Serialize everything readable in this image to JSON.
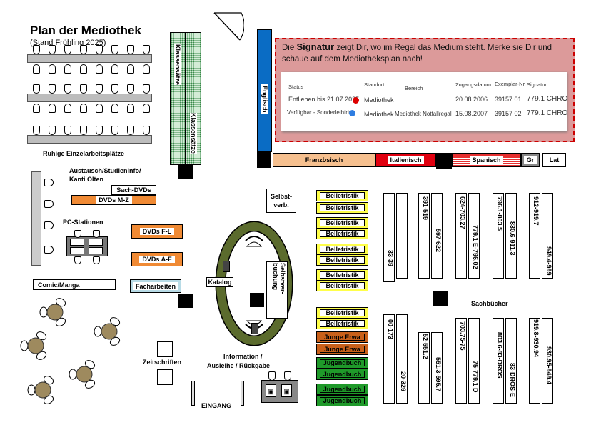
{
  "title": "Plan der Mediothek",
  "subtitle": "(Stand Frühling 2025)",
  "areas": {
    "quiet": "Ruhige Einzelarbeitsplätze",
    "exchange_1": "Austausch/Studieninfo/",
    "exchange_2": "Kanti Olten",
    "pc": "PC-Stationen",
    "zeitschriften": "Zeitschriften",
    "eingang": "EINGANG",
    "info_1": "Information /",
    "info_2": "Ausleihe / Rückgabe",
    "sachbuecher": "Sachbücher",
    "selbstverb": "Selbst-\nverb.",
    "selbstverbuchung": "Selbstver-\nbuchung",
    "katalog": "Katalog"
  },
  "media": {
    "sach_dvds": "Sach-DVDs",
    "dvds_mz": "DVDs M-Z",
    "dvds_fl": "DVDs F-L",
    "dvds_af": "DVDs A-F",
    "comic": "Comic/Manga",
    "facharbeiten": "Facharbeiten",
    "klassensaetze_1": "Klassensätze",
    "klassensaetze_2": "Klassensätze"
  },
  "languages": {
    "englisch": "Englisch",
    "franzoesisch": "Französisch",
    "italienisch": "Italienisch",
    "spanisch": "Spanisch",
    "griechisch": "Gr",
    "latein": "Lat"
  },
  "fiction": {
    "belletristik": [
      "Belletristik",
      "Belletristik",
      "Belletristik",
      "Belletristik",
      "Belletristik",
      "Belletristik",
      "Belletristik",
      "Belletristik",
      "Belletristik",
      "Belletristik"
    ],
    "junge": [
      "Junge Erwa",
      "Junge Erwa"
    ],
    "jugend": [
      "Jugendbuch",
      "Jugendbuch",
      "Jugendbuch",
      "Jugendbuch"
    ]
  },
  "signatures_top": [
    "33-39",
    "391-519",
    "597-622",
    "624-703.27",
    "779.1 E-796.02",
    "796.1-803.5",
    "830.6-911.3",
    "912-919.7",
    "949.4-999"
  ],
  "signatures_bottom": [
    "00-173",
    "20-329",
    "52-551.2",
    "551.3-595.7",
    "703.75-75",
    "75-779.1 D",
    "803.6-83-DROS",
    "83-DROS-E",
    "919.8-930.94",
    "930.95-949.4"
  ],
  "info_box": {
    "text_pre": "Die ",
    "text_bold": "Signatur",
    "text_post": " zeigt Dir, wo im Regal das Medium steht. Merke sie Dir und schaue auf dem Mediotheksplan nach!",
    "headers": [
      "Status",
      "Standort",
      "Bereich",
      "Zugangsdatum",
      "Exemplar-Nr.",
      "Signatur"
    ],
    "rows": [
      [
        "Entliehen bis 21.07.2025",
        "Mediothek",
        "",
        "20.08.2006",
        "39157 01",
        "779.1 CHRO"
      ],
      [
        "Verfügbar - Sonderleihfrist",
        "Mediothek",
        "Mediothek Notfallregal",
        "15.08.2007",
        "39157 02",
        "779.1 CHRO"
      ]
    ]
  },
  "colors": {
    "green_ring": "#5b6b2d",
    "english_blue": "#0a6cc4",
    "french_peach": "#f6c08f",
    "italian_red": "#e0000f",
    "spanish_red": "#e63030",
    "dvd_orange": "#f08a34",
    "info_pink": "#dc9a9a",
    "info_red": "#cc0000",
    "klassen_green": "#bfe3c6",
    "belle_yellow": "#ffff44",
    "junge_brown": "#c9601a",
    "jugend_green": "#1f9a2a",
    "table_tan": "#9e8a5e"
  }
}
